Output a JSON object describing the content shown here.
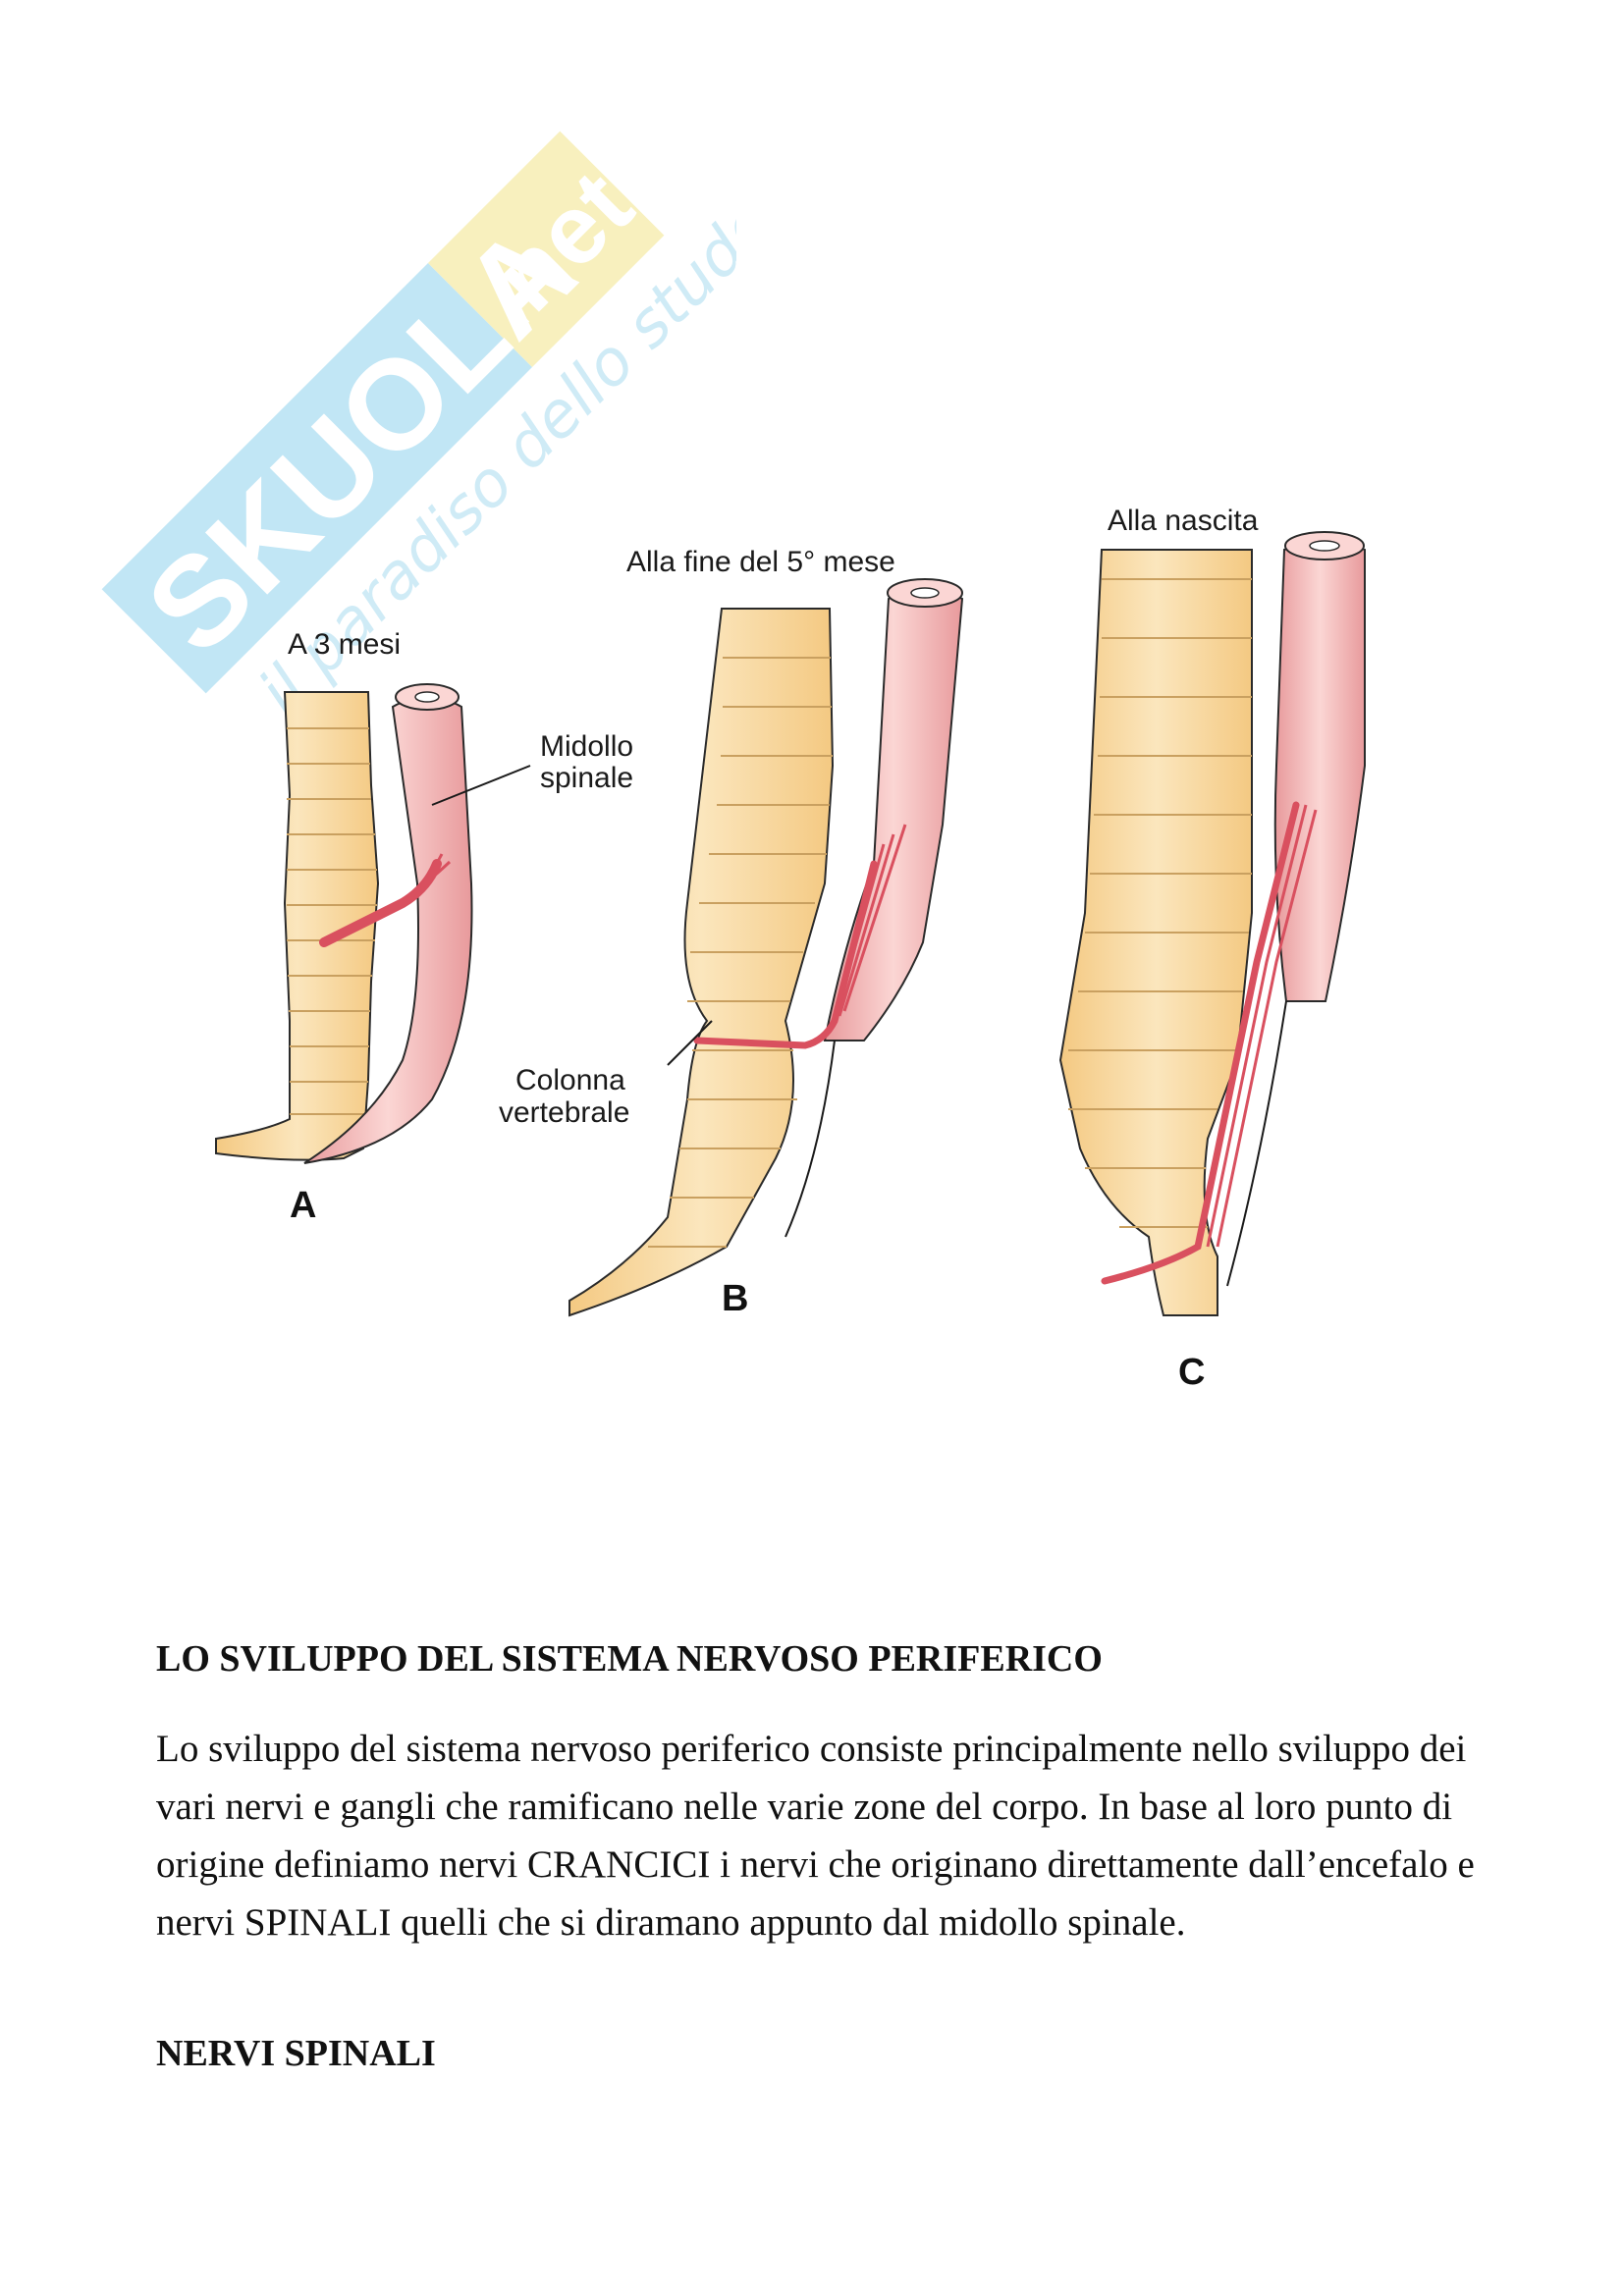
{
  "watermark": {
    "brand": "SKUOLA",
    "domain": ".net",
    "tagline": "il paradiso dello studente",
    "colors": {
      "blue": "#8fd3ee",
      "yellow": "#f3e58a"
    }
  },
  "figure": {
    "panels": [
      {
        "letter": "A",
        "caption": "A 3 mesi"
      },
      {
        "letter": "B",
        "caption": "Alla fine del 5° mese"
      },
      {
        "letter": "C",
        "caption": "Alla nascita"
      }
    ],
    "labels": {
      "midollo_line1": "Midollo",
      "midollo_line2": "spinale",
      "colonna_line1": "Colonna",
      "colonna_line2": "vertebrale"
    },
    "colors": {
      "vertebra": "#f8d9a0",
      "cord": "#f2b8b6",
      "nerve": "#d9505f",
      "outline": "#2a2a2a"
    }
  },
  "content": {
    "heading1": "LO SVILUPPO DEL SISTEMA NERVOSO PERIFERICO",
    "paragraph": "Lo sviluppo del sistema nervoso periferico consiste principalmente nello sviluppo dei vari nervi e gangli che ramificano nelle varie zone del corpo. In base al loro punto di origine definiamo nervi CRANCICI i nervi che originano direttamente dall’encefalo e nervi SPINALI quelli che si diramano appunto dal midollo spinale.",
    "heading2": "NERVI SPINALI"
  }
}
